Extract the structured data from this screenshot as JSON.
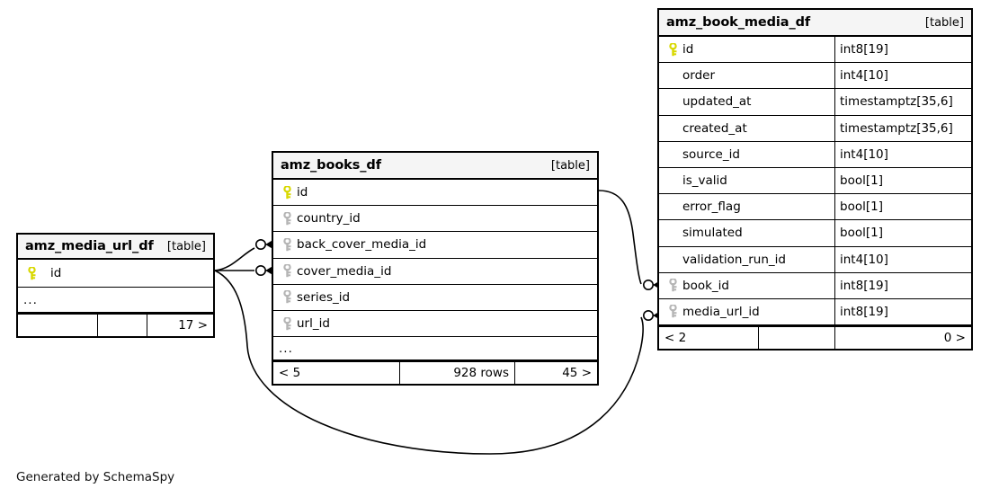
{
  "diagram": {
    "generator_credit": "Generated by SchemaSpy",
    "table_tag": "[table]",
    "ellipsis": "...",
    "pk_icon": "primary-key-icon",
    "fk_icon": "foreign-key-icon",
    "colors": {
      "primary_key": "#e8e800",
      "foreign_key": "#b5b5b5",
      "header_bg": "#f5f5f5",
      "border": "#000000",
      "background": "#ffffff",
      "edge": "#000000"
    }
  },
  "tables": [
    {
      "id": "amz_media_url_df",
      "name": "amz_media_url_df",
      "tag": "[table]",
      "columns": [
        {
          "name": "id",
          "type": "",
          "key": "primary"
        }
      ],
      "has_ellipsis": true,
      "footer": {
        "left": "",
        "middle": "",
        "right": "17 >"
      }
    },
    {
      "id": "amz_books_df",
      "name": "amz_books_df",
      "tag": "[table]",
      "columns": [
        {
          "name": "id",
          "type": "",
          "key": "primary"
        },
        {
          "name": "country_id",
          "type": "",
          "key": "foreign"
        },
        {
          "name": "back_cover_media_id",
          "type": "",
          "key": "foreign"
        },
        {
          "name": "cover_media_id",
          "type": "",
          "key": "foreign"
        },
        {
          "name": "series_id",
          "type": "",
          "key": "foreign"
        },
        {
          "name": "url_id",
          "type": "",
          "key": "foreign"
        }
      ],
      "has_ellipsis": true,
      "footer": {
        "left": "< 5",
        "middle": "928 rows",
        "right": "45 >"
      }
    },
    {
      "id": "amz_book_media_df",
      "name": "amz_book_media_df",
      "tag": "[table]",
      "columns": [
        {
          "name": "id",
          "type": "int8[19]",
          "key": "primary"
        },
        {
          "name": "order",
          "type": "int4[10]",
          "key": "none"
        },
        {
          "name": "updated_at",
          "type": "timestamptz[35,6]",
          "key": "none"
        },
        {
          "name": "created_at",
          "type": "timestamptz[35,6]",
          "key": "none"
        },
        {
          "name": "source_id",
          "type": "int4[10]",
          "key": "none"
        },
        {
          "name": "is_valid",
          "type": "bool[1]",
          "key": "none"
        },
        {
          "name": "error_flag",
          "type": "bool[1]",
          "key": "none"
        },
        {
          "name": "simulated",
          "type": "bool[1]",
          "key": "none"
        },
        {
          "name": "validation_run_id",
          "type": "int4[10]",
          "key": "none"
        },
        {
          "name": "book_id",
          "type": "int8[19]",
          "key": "foreign"
        },
        {
          "name": "media_url_id",
          "type": "int8[19]",
          "key": "foreign"
        }
      ],
      "has_ellipsis": false,
      "footer": {
        "left": "< 2",
        "middle": "",
        "right": "0 >"
      }
    }
  ],
  "relationships": [
    {
      "from": "amz_media_url_df.id",
      "to": "amz_books_df.back_cover_media_id"
    },
    {
      "from": "amz_media_url_df.id",
      "to": "amz_books_df.cover_media_id"
    },
    {
      "from": "amz_media_url_df.id",
      "to": "amz_book_media_df.media_url_id"
    },
    {
      "from": "amz_books_df.id",
      "to": "amz_book_media_df.book_id"
    }
  ]
}
